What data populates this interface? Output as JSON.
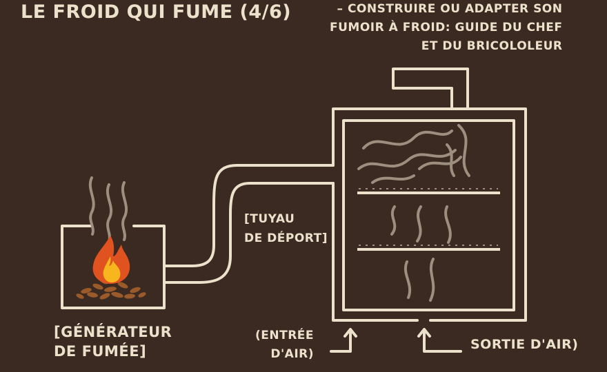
{
  "header": {
    "title": "LE FROID QUI FUME (4/6)",
    "subtitle_lines": [
      "– CONSTRUIRE OU ADAPTER SON",
      "FUMOIR À FROID: GUIDE DU CHEF",
      "ET DU BRICOLOLEUR"
    ]
  },
  "labels": {
    "pipe": [
      "[TUYAU",
      "DE DÉPORT]"
    ],
    "generator": [
      "[GÉNÉRATEUR",
      "DE FUMÉE]"
    ],
    "air_in": [
      "(ENTRÉE",
      "D'AIR)"
    ],
    "air_out": "SORTIE D'AIR)"
  },
  "colors": {
    "background": "#3a2a21",
    "line": "#ece2cc",
    "smoke": "#9c8f80",
    "flame_outer": "#e0521f",
    "flame_inner": "#f7b51e",
    "wood": "#9a5a2a"
  },
  "icons": [
    "fire-icon",
    "wood-chips-icon",
    "smoke-icon",
    "arrow-up-icon"
  ]
}
